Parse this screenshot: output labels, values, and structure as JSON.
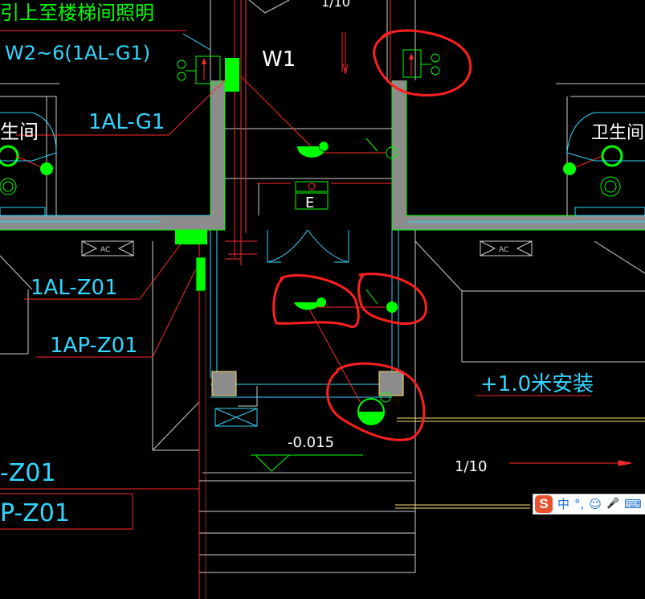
{
  "labels": {
    "top_left": "引上至楼梯间照明",
    "w2_6": "W2~6(1AL-G1)",
    "w1": "W1",
    "al_g1": "1AL-G1",
    "room_left": "生间",
    "room_right": "卫生间",
    "exit_e": "E",
    "ac_left": "AC",
    "ac_right": "AC",
    "al_z01": "1AL-Z01",
    "ap_z01": "1AP-Z01",
    "install_note": "+1.0米安装",
    "elevation": "-0.015",
    "slope_top": "1/10",
    "slope_right": "1/10",
    "z01_bottom": "-Z01",
    "p_z01_bottom": "P-Z01"
  },
  "colors": {
    "background": "#000000",
    "wall": "#8c8c8c",
    "green": "#00ff00",
    "cyan": "#33d6ff",
    "red_line": "#ff2a2a",
    "annotation": "#ff1f1f",
    "yellow": "#ffe066",
    "white_line": "#d9d9d9"
  },
  "ime_toolbar": {
    "logo": "S",
    "lang": "中",
    "punct": "°,",
    "emoji": "☺",
    "mic": "🎤",
    "keyboard": "⌨"
  }
}
